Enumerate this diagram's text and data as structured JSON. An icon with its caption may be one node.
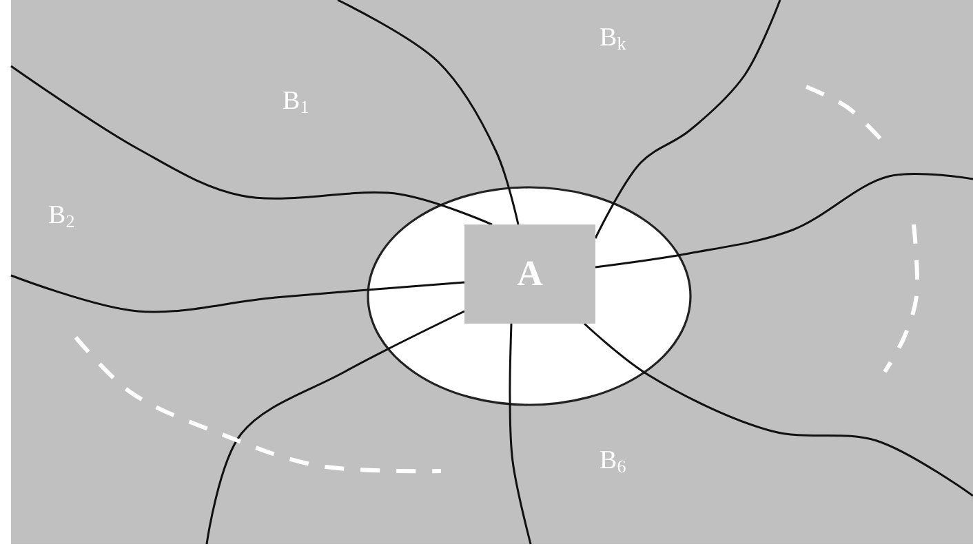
{
  "diagram": {
    "nodes": [
      {
        "text": [],
        "shape": "circle"
      },
      {
        "text": [
          "A"
        ],
        "in": 0
      }
    ],
    "labels": [
      "B$_{1}$",
      "B$_{k}$",
      "B$_{2}$",
      "B$_{6}$"
    ]
  }
}
